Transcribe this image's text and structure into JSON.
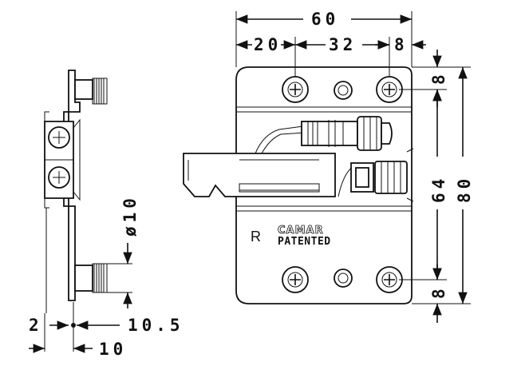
{
  "dimensions": {
    "overall_width": "60",
    "left_offset": "20",
    "hole_spacing": "32",
    "right_offset": "8",
    "top_margin": "8",
    "inner_height": "64",
    "overall_height": "80",
    "bottom_margin": "8",
    "pin_diameter": "ø10",
    "side_thickness": "2",
    "side_depth_a": "10.5",
    "side_depth_b": "10"
  },
  "labels": {
    "side_mark": "R",
    "brand": "CAMAR",
    "patent": "PATENTED"
  }
}
